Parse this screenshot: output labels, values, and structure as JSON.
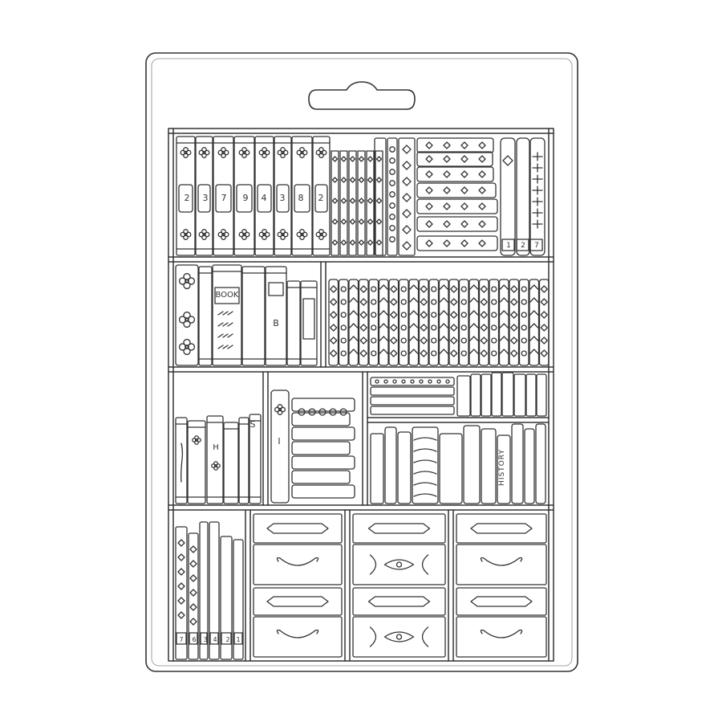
{
  "colors": {
    "background": "#ffffff",
    "line": "#333333",
    "mould_fill": "#ffffff"
  },
  "shelf1": {
    "spine_numbers": [
      "2",
      "3",
      "7",
      "9",
      "4",
      "3",
      "8",
      "2"
    ],
    "corner_numbers": [
      "1",
      "2",
      "7"
    ]
  },
  "shelf2": {
    "book_label": "BOOK",
    "monogram": "B"
  },
  "shelf3": {
    "letters": [
      "S",
      "H",
      "I"
    ],
    "history_label": "HISTORY"
  },
  "shelf4": {
    "spine_numbers": [
      "7",
      "6",
      "3",
      "4",
      "2",
      "1"
    ]
  }
}
